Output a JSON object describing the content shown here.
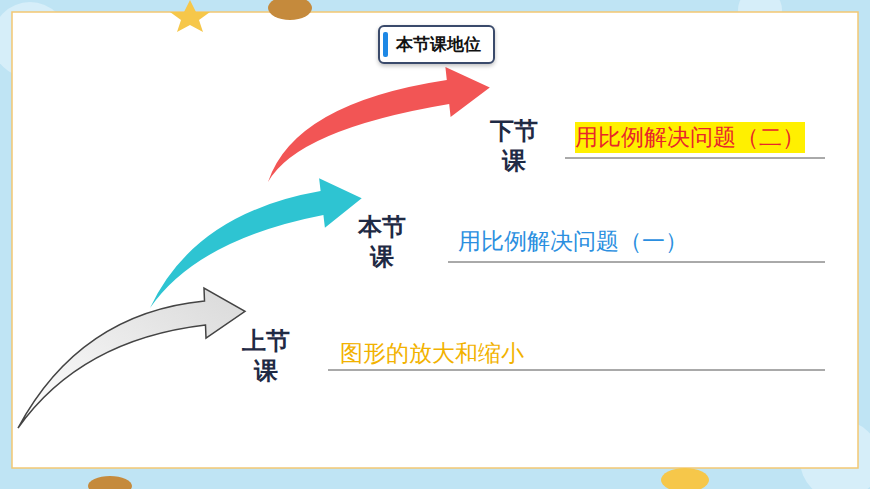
{
  "diagram": {
    "title": "本节课地位",
    "labels": [
      "下节课",
      "用比例解决问题（二）",
      "本节课",
      "用比例解决问题（一）",
      "上节课",
      "图形的放大和缩小"
    ]
  }
}
